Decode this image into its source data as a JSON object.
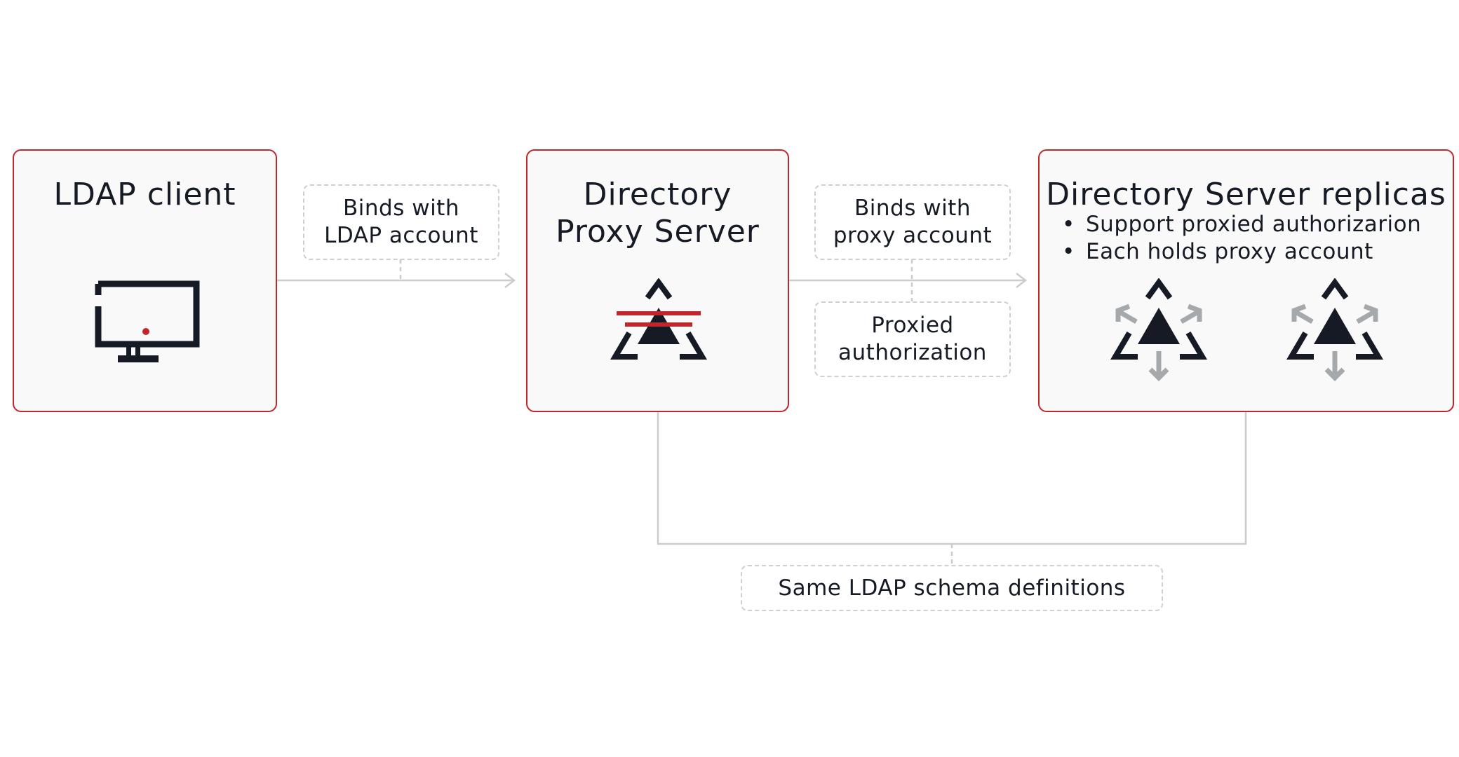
{
  "nodes": {
    "client": {
      "title": "LDAP client",
      "icon": "monitor-icon"
    },
    "proxy": {
      "title": "Directory Proxy Server",
      "title_lines": "Directory\nProxy Server",
      "icon": "proxy-server-icon"
    },
    "replicas": {
      "title": "Directory Server replicas",
      "bullets": [
        "Support proxied authorizarion",
        "Each holds proxy account"
      ],
      "icons": [
        "directory-server-replica-icon",
        "directory-server-replica-icon"
      ]
    }
  },
  "edges": {
    "client_to_proxy": {
      "label": "Binds with\nLDAP account"
    },
    "proxy_to_replicas": {
      "label": "Binds with\nproxy account",
      "secondary_label": "Proxied\nauthorization"
    },
    "schema_link": {
      "label": "Same LDAP schema definitions"
    }
  },
  "colors": {
    "accent_red": "#c0272d",
    "dark": "#151a24",
    "gray_arrow": "#a6a9ac",
    "connector": "#cccccc",
    "dashed_border": "#cfcfcf",
    "box_fill": "#f9f9f9"
  }
}
